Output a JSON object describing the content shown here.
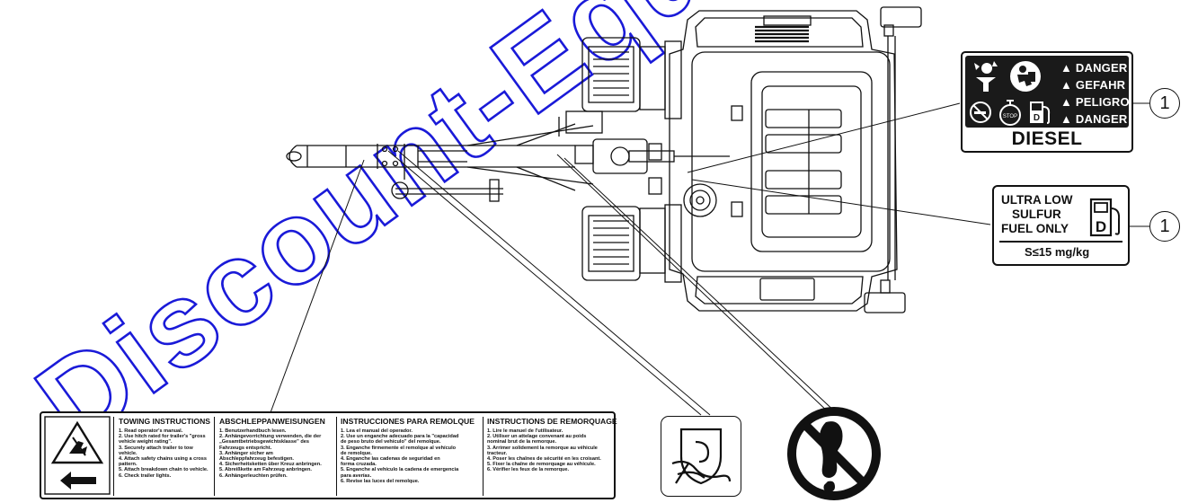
{
  "watermark": {
    "text": "Discount-Equipment.com",
    "color": "#1a1ad8"
  },
  "diesel_decal": {
    "warnings": [
      "DANGER",
      "GEFAHR",
      "PELIGRO",
      "DANGER"
    ],
    "fuel": "DIESEL",
    "callout": "1",
    "icons": [
      "explosion-person-icon",
      "read-manual-icon",
      "no-smoking-icon",
      "stop-engine-icon",
      "diesel-pump-icon"
    ]
  },
  "ulsd_decal": {
    "lines": [
      "ULTRA LOW",
      "SULFUR",
      "FUEL ONLY"
    ],
    "spec": "S≤15 mg/kg",
    "callout": "1",
    "icons": [
      "diesel-pump-icon"
    ]
  },
  "towing_decal": {
    "icons": [
      "hand-crush-icon",
      "arrow-left-icon"
    ],
    "columns": [
      {
        "heading": "TOWING INSTRUCTIONS",
        "text": "1. Read operator's manual.\n2. Use hitch rated for trailer's \"gross\n   vehicle weight rating\".\n3. Securely attach trailer to tow\n   vehicle.\n4. Attach safety chains using a cross\n   pattern.\n5. Attach breakdown chain to vehicle.\n6. Check trailer lights."
      },
      {
        "heading": "ABSCHLEPPANWEISUNGEN",
        "text": "1. Benutzerhandbuch lesen.\n2. Anhängevorrichtung verwenden, die der\n   „Gesamtbetriebsgewichtsklasse\" des\n   Fahrzeugs entspricht.\n3. Anhänger sicher am\n   Abschleppfahrzeug befestigen.\n4. Sicherheitsketten über Kreuz anbringen.\n5. Abreißkette am Fahrzeug anbringen.\n6. Anhängerleuchten prüfen."
      },
      {
        "heading": "INSTRUCCIONES PARA REMOLQUE",
        "text": "1. Lea el manual del operador.\n2. Use un enganche adecuado para la \"capacidad\n   de peso bruto del vehículo\" del remolque.\n3. Enganche firmemente el remolque al vehículo\n   de remolque.\n4. Enganche las cadenas de seguridad en\n   forma cruzada.\n5. Enganche al vehículo la cadena de emergencia\n   para averías.\n6. Revise las luces del remolque."
      },
      {
        "heading": "INSTRUCTIONS DE REMORQUAGE",
        "text": "1. Lire le manuel de l'utilisateur.\n2. Utiliser un attelage convenant au poids\n   nominal brut de la remorque.\n3. Arrimer solidement la remorque au véhicule\n   tracteur.\n4. Poser les chaînes de sécurité en les croisant.\n5. Fixer la chaîne de remorquage au véhicule.\n6. Vérifier les feux de la remorque."
      }
    ]
  },
  "hose_decal": {
    "icon": "hose-reel-icon"
  },
  "no_step_decal": {
    "icon": "no-step-icon"
  }
}
